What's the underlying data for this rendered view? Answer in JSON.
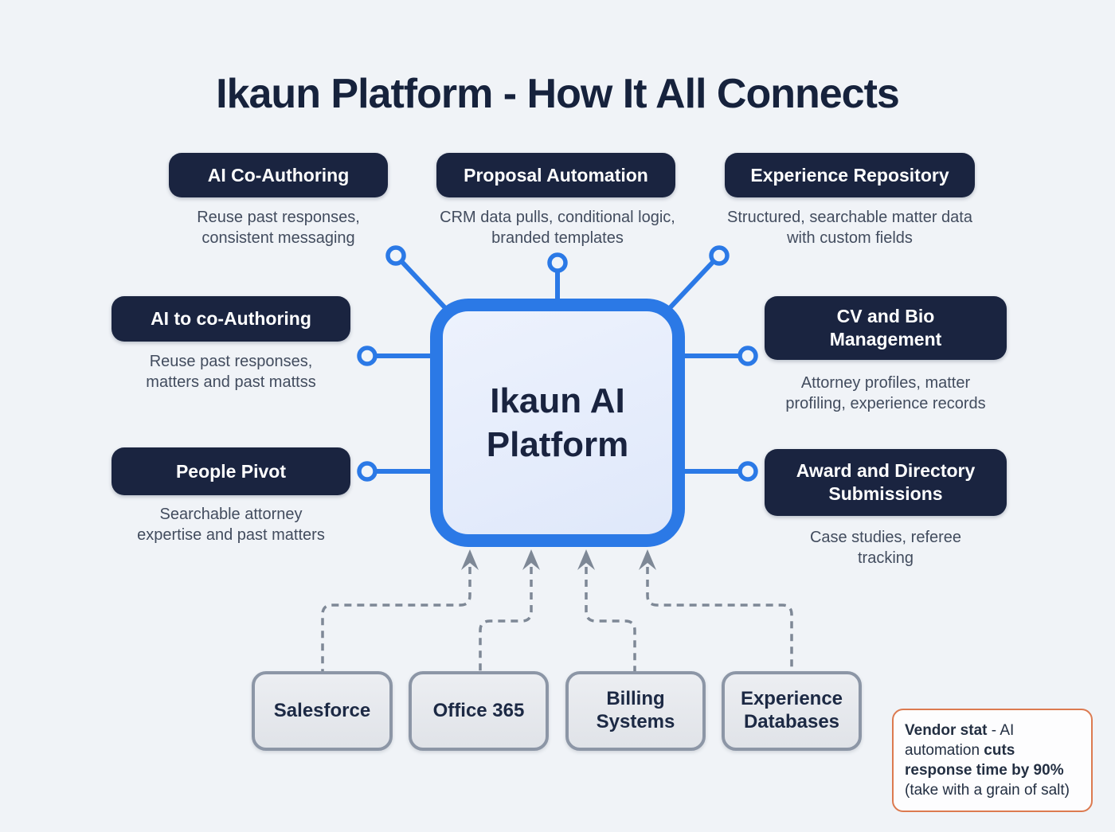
{
  "title": "Ikaun Platform - How It All Connects",
  "center": {
    "label": "Ikaun AI Platform"
  },
  "features": [
    {
      "label": "AI Co-Authoring",
      "desc": "Reuse past responses, consistent messaging"
    },
    {
      "label": "Proposal Automation",
      "desc": "CRM data pulls, conditional logic, branded templates"
    },
    {
      "label": "Experience Repository",
      "desc": "Structured, searchable matter data with custom fields"
    },
    {
      "label": "AI to co-Authoring",
      "desc": "Reuse past responses, matters and past mattss"
    },
    {
      "label": "People Pivot",
      "desc": "Searchable attorney expertise and past matters"
    },
    {
      "label": "CV and Bio Management",
      "desc": "Attorney profiles, matter profiling, experience records"
    },
    {
      "label": "Award and Directory Submissions",
      "desc": "Case studies, referee tracking"
    }
  ],
  "integrations": [
    {
      "label": "Salesforce"
    },
    {
      "label": "Office 365"
    },
    {
      "label": "Billing Systems"
    },
    {
      "label": "Experience Databases"
    }
  ],
  "callout": {
    "b1": "Vendor stat",
    "t1": " - AI automation ",
    "b2": "cuts response time by 90%",
    "t2": " (take with a grain of salt)"
  },
  "colors": {
    "background": "#f0f3f7",
    "navy_pill": "#1a2440",
    "accent_blue": "#2b79e6",
    "central_fill": "#e8eefc",
    "connector_gray": "#7e8896",
    "integration_fill": "#e4e6ea",
    "integration_border": "#8c96a6",
    "callout_border": "#dc7a50",
    "desc_text": "#424c5e"
  }
}
